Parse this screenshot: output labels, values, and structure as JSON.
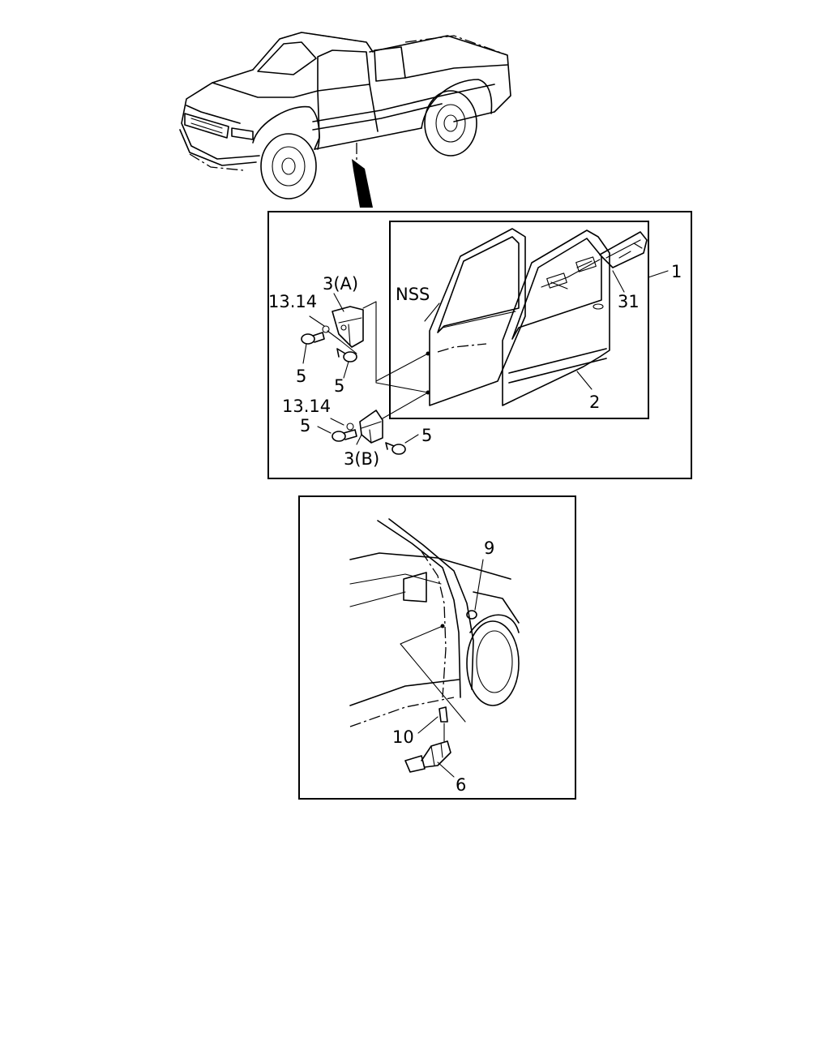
{
  "callouts": {
    "p1": "1",
    "p2": "2",
    "p31": "31",
    "nss": "NSS",
    "p3a": "3(A)",
    "p3b": "3(B)",
    "p1314_top": "13.14",
    "p1314_bottom": "13.14",
    "p5_a": "5",
    "p5_b": "5",
    "p5_c": "5",
    "p5_d": "5",
    "p9": "9",
    "p10": "10",
    "p6": "6"
  }
}
